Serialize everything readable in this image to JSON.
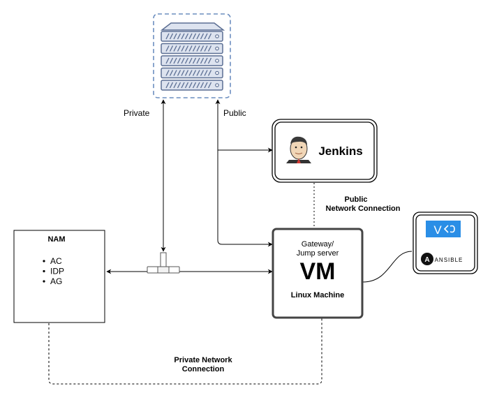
{
  "labels": {
    "private": "Private",
    "public": "Public",
    "public_connection_line1": "Public",
    "public_connection_line2": "Network Connection",
    "private_connection_line1": "Private Network",
    "private_connection_line2": "Connection"
  },
  "nam": {
    "title": "NAM",
    "items": [
      "AC",
      "IDP",
      "AG"
    ]
  },
  "jenkins": {
    "title": "Jenkins"
  },
  "vm": {
    "gateway_line1": "Gateway/",
    "gateway_line2": "Jump server",
    "big_label": "VM",
    "subtitle": "Linux Machine"
  },
  "tools": {
    "vs_code_logo_text": "V",
    "ansible_label": "ANSIBLE",
    "ansible_logo_letter": "A"
  },
  "colors": {
    "server_fill": "#dde3ef",
    "server_stroke": "#5b6e93",
    "server_dash_border": "#6c8ebf",
    "vscode_blue": "#2a8ee6",
    "jenkins_face": "#f0d6b7",
    "jenkins_tie": "#d33833"
  }
}
